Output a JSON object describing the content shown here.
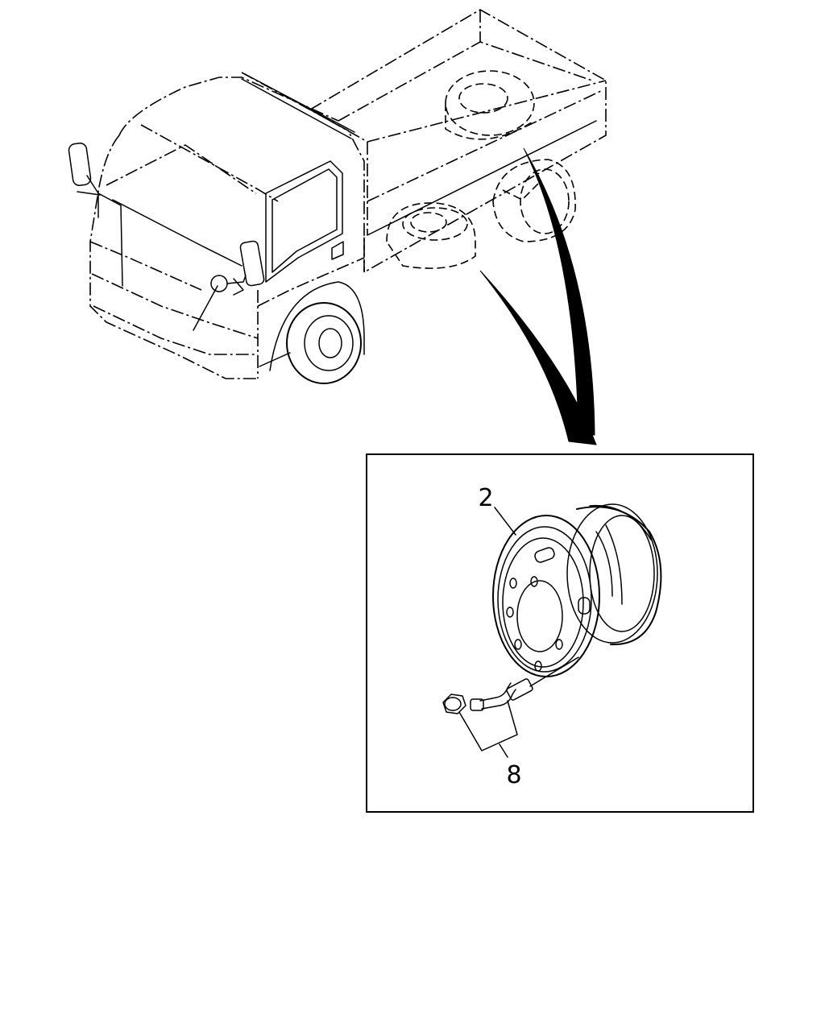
{
  "callouts": {
    "wheel_number": "2",
    "valve_number": "8"
  },
  "icons": {
    "truck": "flatbed-truck-illustration",
    "wheel": "wheel-rim-icon",
    "valve": "valve-extension-icon",
    "arrow": "pointer-arrow-icon"
  }
}
